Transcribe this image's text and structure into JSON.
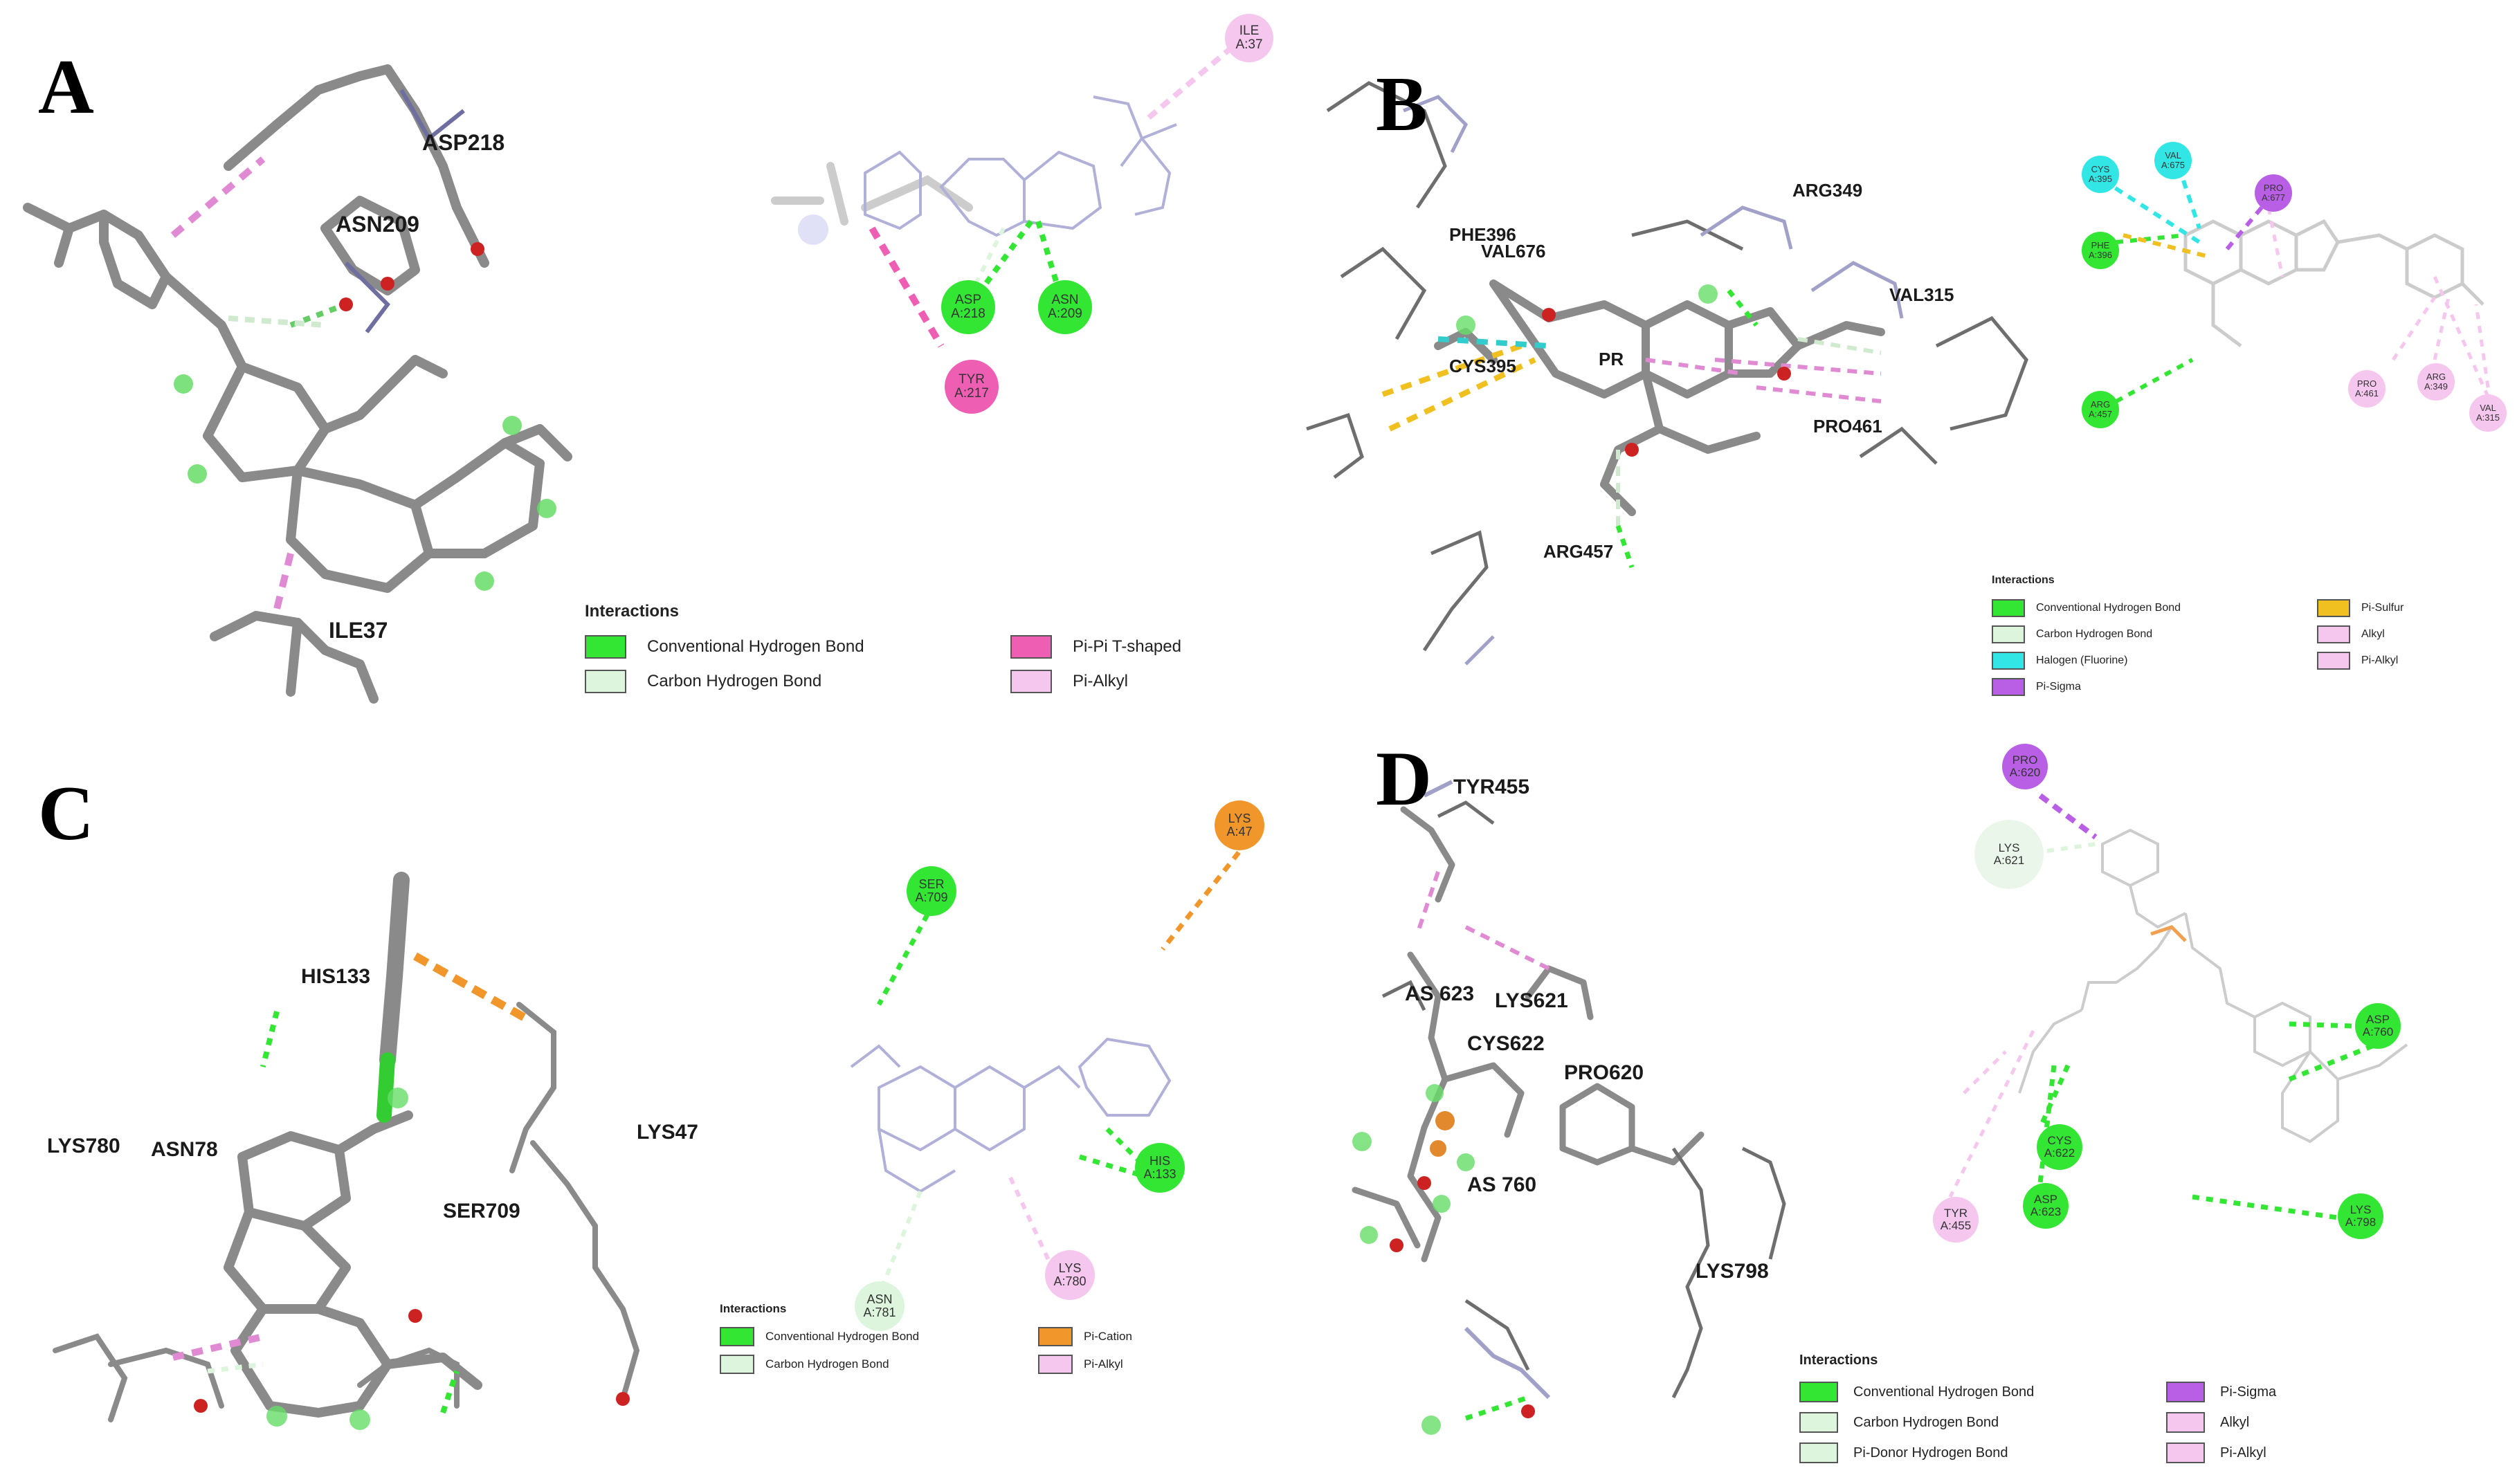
{
  "panels": {
    "A": {
      "label": "A",
      "residues_3d": [
        "ASP218",
        "ASN209",
        "ILE37"
      ],
      "nodes_2d": [
        {
          "name": "ILE",
          "id": "A:37"
        },
        {
          "name": "ASP",
          "id": "A:218"
        },
        {
          "name": "ASN",
          "id": "A:209"
        },
        {
          "name": "TYR",
          "id": "A:217"
        }
      ],
      "legend": {
        "title": "Interactions",
        "items": [
          "Conventional Hydrogen Bond",
          "Carbon Hydrogen Bond",
          "Pi-Pi T-shaped",
          "Pi-Alkyl"
        ]
      }
    },
    "B": {
      "label": "B",
      "residues_3d": [
        "PHE396",
        "VAL676",
        "ARG349",
        "VAL315",
        "CYS395",
        "PR",
        "PRO461",
        "ARG457"
      ],
      "nodes_2d": [
        {
          "name": "CYS",
          "id": "A:395"
        },
        {
          "name": "VAL",
          "id": "A:675"
        },
        {
          "name": "PRO",
          "id": "A:677"
        },
        {
          "name": "PHE",
          "id": "A:396"
        },
        {
          "name": "ARG",
          "id": "A:457"
        },
        {
          "name": "PRO",
          "id": "A:461"
        },
        {
          "name": "ARG",
          "id": "A:349"
        },
        {
          "name": "VAL",
          "id": "A:315"
        }
      ],
      "legend": {
        "title": "Interactions",
        "items": [
          "Conventional Hydrogen Bond",
          "Carbon Hydrogen Bond",
          "Halogen (Fluorine)",
          "Pi-Sigma",
          "Pi-Sulfur",
          "Alkyl",
          "Pi-Alkyl"
        ]
      }
    },
    "C": {
      "label": "C",
      "residues_3d": [
        "HIS133",
        "LYS780",
        "ASN78",
        "SER709",
        "LYS47"
      ],
      "nodes_2d": [
        {
          "name": "LYS",
          "id": "A:47"
        },
        {
          "name": "SER",
          "id": "A:709"
        },
        {
          "name": "HIS",
          "id": "A:133"
        },
        {
          "name": "LYS",
          "id": "A:780"
        },
        {
          "name": "ASN",
          "id": "A:781"
        }
      ],
      "legend": {
        "title": "Interactions",
        "items": [
          "Conventional Hydrogen Bond",
          "Carbon Hydrogen Bond",
          "Pi-Cation",
          "Pi-Alkyl"
        ]
      }
    },
    "D": {
      "label": "D",
      "residues_3d": [
        "TYR455",
        "AS 623",
        "LYS621",
        "CYS622",
        "PRO620",
        "AS 760",
        "LYS798"
      ],
      "nodes_2d": [
        {
          "name": "PRO",
          "id": "A:620"
        },
        {
          "name": "LYS",
          "id": "A:621"
        },
        {
          "name": "ASP",
          "id": "A:760"
        },
        {
          "name": "CYS",
          "id": "A:622"
        },
        {
          "name": "ASP",
          "id": "A:623"
        },
        {
          "name": "TYR",
          "id": "A:455"
        },
        {
          "name": "LYS",
          "id": "A:798"
        }
      ],
      "legend": {
        "title": "Interactions",
        "items": [
          "Conventional Hydrogen Bond",
          "Carbon Hydrogen Bond",
          "Pi-Donor Hydrogen Bond",
          "Pi-Sigma",
          "Alkyl",
          "Pi-Alkyl"
        ]
      }
    }
  },
  "colors": {
    "conventional_h_bond": "#33e633",
    "carbon_h_bond": "#dcf5dc",
    "pi_pi_t_shaped": "#ee5fb4",
    "pi_alkyl": "#f5c6ee",
    "halogen": "#33e6e6",
    "pi_sigma": "#b85fe6",
    "pi_sulfur": "#f0c020",
    "alkyl": "#f5c6ee",
    "pi_cation": "#f0962a",
    "pi_donor_h_bond": "#dcf5dc",
    "bond_3d": "#8a8a8a",
    "nitrogen": "#8c8cd9",
    "oxygen": "#cc2222",
    "fluorine": "#66dd66"
  }
}
